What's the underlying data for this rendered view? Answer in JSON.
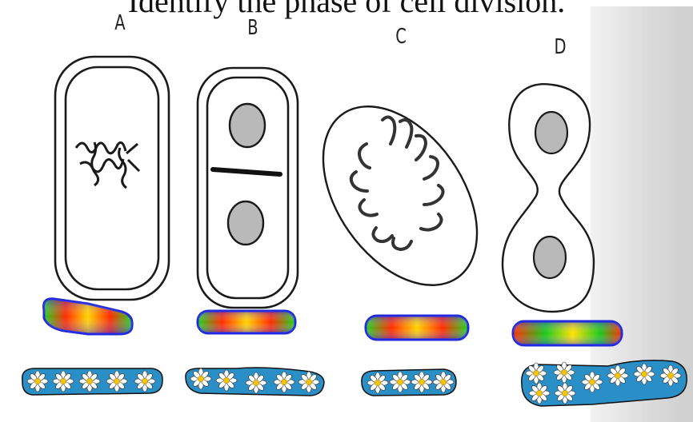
{
  "title": "Identify the phase of cell division.",
  "panels": [
    {
      "label": "A"
    },
    {
      "label": "B"
    },
    {
      "label": "C"
    },
    {
      "label": "D"
    }
  ],
  "colors": {
    "cell_outline": "#1a1a1a",
    "nucleus_fill": "#b9b9b9",
    "answer_box_border": "#1f2ad6",
    "flower_box_fill": "#2b8fc7"
  },
  "icons": [
    "cell-drawing",
    "gradient-answer-box",
    "flower-answer-box"
  ]
}
